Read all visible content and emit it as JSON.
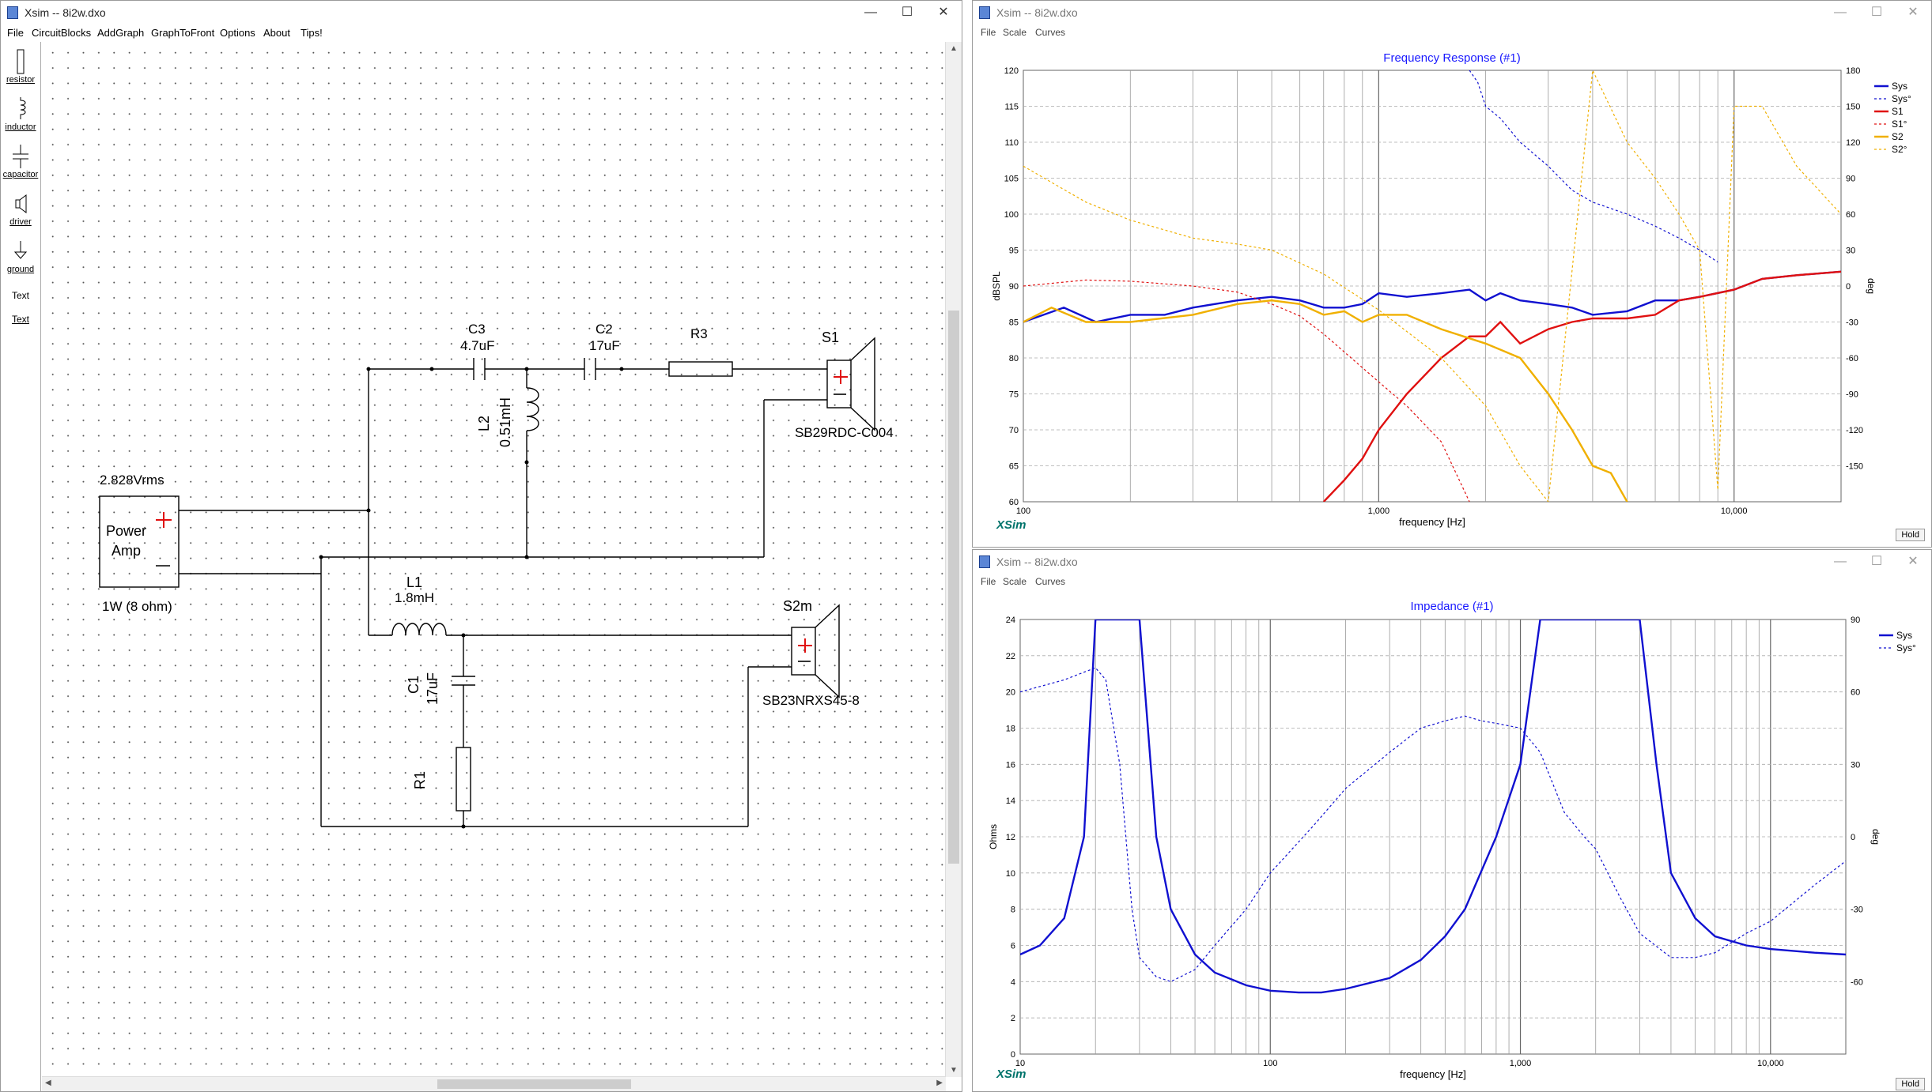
{
  "schematic": {
    "title": "Xsim -- 8i2w.dxo",
    "menu": [
      "File",
      "CircuitBlocks",
      "AddGraph",
      "GraphToFront",
      "Options",
      "About",
      "Tips!"
    ],
    "tools": [
      {
        "label": "resistor",
        "icon": "resistor-icon"
      },
      {
        "label": "inductor",
        "icon": "inductor-icon"
      },
      {
        "label": "capacitor",
        "icon": "capacitor-icon"
      },
      {
        "label": "driver",
        "icon": "driver-icon"
      },
      {
        "label": "ground",
        "icon": "ground-icon"
      },
      {
        "label": "Text",
        "icon": ""
      },
      {
        "label": "Text",
        "icon": ""
      }
    ],
    "components": {
      "c3_name": "C3",
      "c3_value": "4.7uF",
      "c2_name": "C2",
      "c2_value": "17uF",
      "r3_name": "R3",
      "s1_name": "S1",
      "s1_model": "SB29RDC-C004",
      "l2_name": "L2",
      "l2_value": "0.51mH",
      "amp_voltage": "2.828Vrms",
      "amp_label_1": "Power",
      "amp_label_2": "Amp",
      "amp_power": "1W (8 ohm)",
      "l1_name": "L1",
      "l1_value": "1.8mH",
      "s2_name": "S2m",
      "s2_model": "SB23NRXS45-8",
      "c1_name": "C1",
      "c1_value": "17uF",
      "r1_name": "R1"
    },
    "window_buttons": {
      "min": "—",
      "max": "☐",
      "close": "✕"
    }
  },
  "freq_window": {
    "title": "Xsim -- 8i2w.dxo",
    "menu": [
      "File",
      "Scale",
      "Curves"
    ],
    "graph_title": "Frequency Response (#1)",
    "ylabel": "dBSPL",
    "y2label": "deg",
    "xlabel": "frequency [Hz]",
    "logo": "XSim",
    "hold": "Hold",
    "yticks": [
      "120",
      "115",
      "110",
      "105",
      "100",
      "95",
      "90",
      "85",
      "80",
      "75",
      "70",
      "65",
      "60"
    ],
    "y2ticks": [
      "180",
      "150",
      "120",
      "90",
      "60",
      "30",
      "0",
      "-30",
      "-60",
      "-90",
      "-120",
      "-150"
    ],
    "xticks": [
      "100",
      "1,000",
      "10,000"
    ],
    "legend": [
      {
        "name": "Sys",
        "color": "#1010d0",
        "dash": false
      },
      {
        "name": "Sys°",
        "color": "#1010d0",
        "dash": true
      },
      {
        "name": "S1",
        "color": "#e01010",
        "dash": false
      },
      {
        "name": "S1°",
        "color": "#e01010",
        "dash": true
      },
      {
        "name": "S2",
        "color": "#f0b000",
        "dash": false
      },
      {
        "name": "S2°",
        "color": "#f0b000",
        "dash": true
      }
    ]
  },
  "imp_window": {
    "title": "Xsim -- 8i2w.dxo",
    "menu": [
      "File",
      "Scale",
      "Curves"
    ],
    "graph_title": "Impedance (#1)",
    "ylabel": "Ohms",
    "y2label": "deg",
    "xlabel": "frequency [Hz]",
    "logo": "XSim",
    "hold": "Hold",
    "yticks": [
      "24",
      "22",
      "20",
      "18",
      "16",
      "14",
      "12",
      "10",
      "8",
      "6",
      "4",
      "2",
      "0"
    ],
    "y2ticks": [
      "90",
      "60",
      "30",
      "0",
      "-30",
      "-60"
    ],
    "xticks": [
      "10",
      "100",
      "1,000",
      "10,000"
    ],
    "legend": [
      {
        "name": "Sys",
        "color": "#1010d0",
        "dash": false
      },
      {
        "name": "Sys°",
        "color": "#1010d0",
        "dash": true
      }
    ]
  },
  "chart_data": [
    {
      "type": "line",
      "title": "Frequency Response (#1)",
      "xlabel": "frequency [Hz]",
      "ylabel": "dBSPL",
      "y2label": "deg",
      "xscale": "log",
      "xlim": [
        100,
        20000
      ],
      "ylim": [
        60,
        120
      ],
      "y2lim": [
        -180,
        180
      ],
      "grid": true,
      "legend": "top-right",
      "series": [
        {
          "name": "Sys",
          "axis": "y",
          "x": [
            100,
            130,
            160,
            200,
            250,
            300,
            400,
            500,
            600,
            700,
            800,
            900,
            1000,
            1200,
            1500,
            1800,
            2000,
            2200,
            2500,
            3000,
            3500,
            4000,
            5000,
            6000,
            7000,
            8000,
            10000,
            12000,
            15000,
            20000
          ],
          "y": [
            85,
            87,
            85,
            86,
            86,
            87,
            88,
            88.5,
            88,
            87,
            87,
            87.5,
            89,
            88.5,
            89,
            89.5,
            88,
            89,
            88,
            87.5,
            87,
            86,
            86.5,
            88,
            88,
            88.5,
            89.5,
            91,
            91.5,
            92
          ]
        },
        {
          "name": "Sys°",
          "axis": "y2",
          "x": [
            1800,
            1900,
            2000,
            2200,
            2500,
            3000,
            3500,
            4000,
            5000,
            6000,
            7000,
            8000,
            9000
          ],
          "y": [
            180,
            170,
            150,
            140,
            120,
            100,
            80,
            70,
            60,
            50,
            40,
            30,
            20
          ]
        },
        {
          "name": "S1",
          "axis": "y",
          "x": [
            700,
            800,
            900,
            1000,
            1200,
            1500,
            1800,
            2000,
            2200,
            2500,
            3000,
            3500,
            4000,
            5000,
            6000,
            7000,
            8000,
            10000,
            12000,
            15000,
            20000
          ],
          "y": [
            60,
            63,
            66,
            70,
            75,
            80,
            83,
            83,
            85,
            82,
            84,
            85,
            85.5,
            85.5,
            86,
            88,
            88.5,
            89.5,
            91,
            91.5,
            92
          ]
        },
        {
          "name": "S1°",
          "axis": "y2",
          "x": [
            100,
            150,
            200,
            300,
            400,
            500,
            600,
            700,
            800,
            1000,
            1200,
            1500,
            1800
          ],
          "y": [
            0,
            5,
            4,
            0,
            -5,
            -15,
            -25,
            -40,
            -55,
            -80,
            -100,
            -130,
            -180
          ]
        },
        {
          "name": "S2",
          "axis": "y",
          "x": [
            100,
            120,
            150,
            200,
            300,
            400,
            500,
            600,
            700,
            800,
            900,
            1000,
            1200,
            1500,
            2000,
            2500,
            3000,
            3500,
            4000,
            4500,
            5000
          ],
          "y": [
            85,
            87,
            85,
            85,
            86,
            87.5,
            88,
            87.5,
            86,
            86.5,
            85,
            86,
            86,
            84,
            82,
            80,
            75,
            70,
            65,
            64,
            60
          ]
        },
        {
          "name": "S2°",
          "axis": "y2",
          "x": [
            100,
            150,
            200,
            300,
            400,
            500,
            700,
            1000,
            1500,
            2000,
            2500,
            3000,
            4000,
            5000,
            6000,
            7000,
            8000,
            9000,
            10000,
            12000,
            15000,
            20000
          ],
          "y": [
            100,
            70,
            55,
            40,
            35,
            30,
            10,
            -20,
            -60,
            -100,
            -150,
            -180,
            180,
            120,
            90,
            60,
            30,
            -170,
            150,
            150,
            100,
            60
          ]
        }
      ]
    },
    {
      "type": "line",
      "title": "Impedance (#1)",
      "xlabel": "frequency [Hz]",
      "ylabel": "Ohms",
      "y2label": "deg",
      "xscale": "log",
      "xlim": [
        10,
        20000
      ],
      "ylim": [
        0,
        24
      ],
      "y2lim": [
        -90,
        90
      ],
      "grid": true,
      "legend": "top-right",
      "series": [
        {
          "name": "Sys",
          "axis": "y",
          "x": [
            10,
            12,
            15,
            18,
            20,
            22,
            25,
            30,
            35,
            40,
            50,
            60,
            80,
            100,
            130,
            160,
            200,
            300,
            400,
            500,
            600,
            800,
            1000,
            1200,
            1500,
            1800,
            2000,
            2500,
            3000,
            3500,
            4000,
            5000,
            6000,
            8000,
            10000,
            15000,
            20000
          ],
          "y": [
            5.5,
            6,
            7.5,
            12,
            24,
            24,
            24,
            24,
            12,
            8,
            5.5,
            4.5,
            3.8,
            3.5,
            3.4,
            3.4,
            3.6,
            4.2,
            5.2,
            6.5,
            8,
            12,
            16,
            24,
            24,
            24,
            24,
            24,
            24,
            16,
            10,
            7.5,
            6.5,
            6,
            5.8,
            5.6,
            5.5
          ]
        },
        {
          "name": "Sys°",
          "axis": "y2",
          "x": [
            10,
            15,
            20,
            22,
            25,
            28,
            30,
            35,
            40,
            50,
            60,
            80,
            100,
            150,
            200,
            300,
            400,
            500,
            600,
            700,
            800,
            1000,
            1200,
            1500,
            1800,
            2000,
            2500,
            3000,
            4000,
            5000,
            6000,
            8000,
            10000,
            15000,
            20000
          ],
          "y": [
            60,
            65,
            70,
            65,
            30,
            -30,
            -50,
            -58,
            -60,
            -55,
            -45,
            -30,
            -15,
            5,
            20,
            35,
            45,
            48,
            50,
            48,
            47,
            45,
            35,
            10,
            0,
            -5,
            -25,
            -40,
            -50,
            -50,
            -48,
            -40,
            -35,
            -20,
            -10
          ]
        }
      ]
    }
  ]
}
